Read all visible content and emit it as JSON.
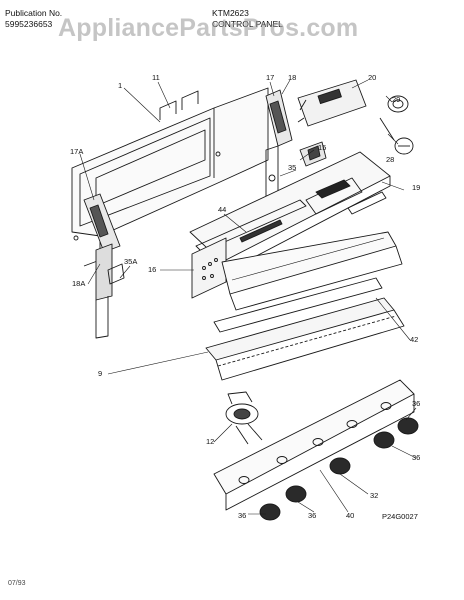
{
  "header": {
    "publication_label": "Publication No.",
    "publication_number": "5995236653",
    "model": "KTM2623",
    "section": "CONTROL PANEL"
  },
  "watermark": "AppliancePartsPros.com",
  "callouts": [
    "1",
    "11",
    "17",
    "18",
    "20",
    "29",
    "15",
    "28",
    "35",
    "17A",
    "19",
    "44",
    "18A",
    "35A",
    "16",
    "42",
    "9",
    "36",
    "12",
    "36",
    "32",
    "36",
    "36",
    "40"
  ],
  "drawing_ref": "P24G0027",
  "footer_date": "07/93",
  "colors": {
    "line": "#1a1a1a",
    "watermark": "#9a9a9a"
  }
}
